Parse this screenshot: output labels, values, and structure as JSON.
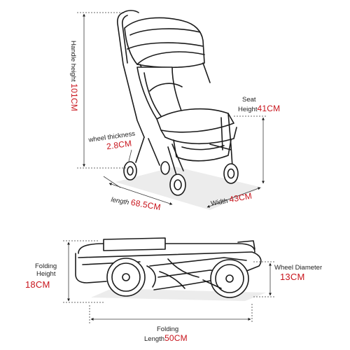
{
  "colors": {
    "value": "#c8141c",
    "label": "#222222",
    "line": "#1b1b1b",
    "shadow": "#d8d8d8"
  },
  "dimensions": {
    "handle_height": {
      "label": "Handle height",
      "value": "101CM"
    },
    "seat_height": {
      "label_line1": "Seat",
      "label_line2": "Height",
      "value": "41CM"
    },
    "wheel_thickness": {
      "label": "wheel thickness",
      "value": "2.8CM"
    },
    "length": {
      "label": "length",
      "value": "68.5CM"
    },
    "width": {
      "label": "Width",
      "value": "43CM"
    },
    "folding_height": {
      "label_line1": "Folding",
      "label_line2": "Height",
      "value": "18CM"
    },
    "wheel_diameter": {
      "label": "Wheel Diameter",
      "value": "13CM"
    },
    "folding_length": {
      "label_line1": "Folding",
      "label_line2": "Length",
      "value": "50CM"
    }
  }
}
